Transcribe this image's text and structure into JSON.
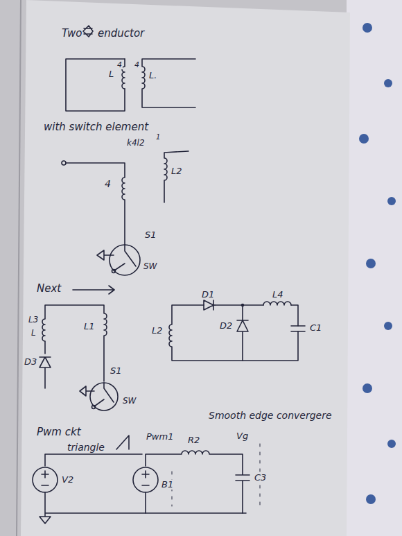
{
  "diagram": {
    "labels": [
      "Two",
      "enductor",
      "L",
      "4",
      "4",
      "L.",
      "with switch element",
      "k4l2",
      "1",
      "4",
      "L2",
      "S1",
      "SW",
      "Next",
      "L3",
      "L",
      "D3",
      "L1",
      "S1",
      "SW",
      "D1",
      "L4",
      "L2",
      "D2",
      "C1",
      "Pwm ckt",
      "triangle",
      "V2",
      "Pwm1",
      "R2",
      "Vg",
      "B1",
      "C3",
      "Smooth edge convergere"
    ]
  }
}
